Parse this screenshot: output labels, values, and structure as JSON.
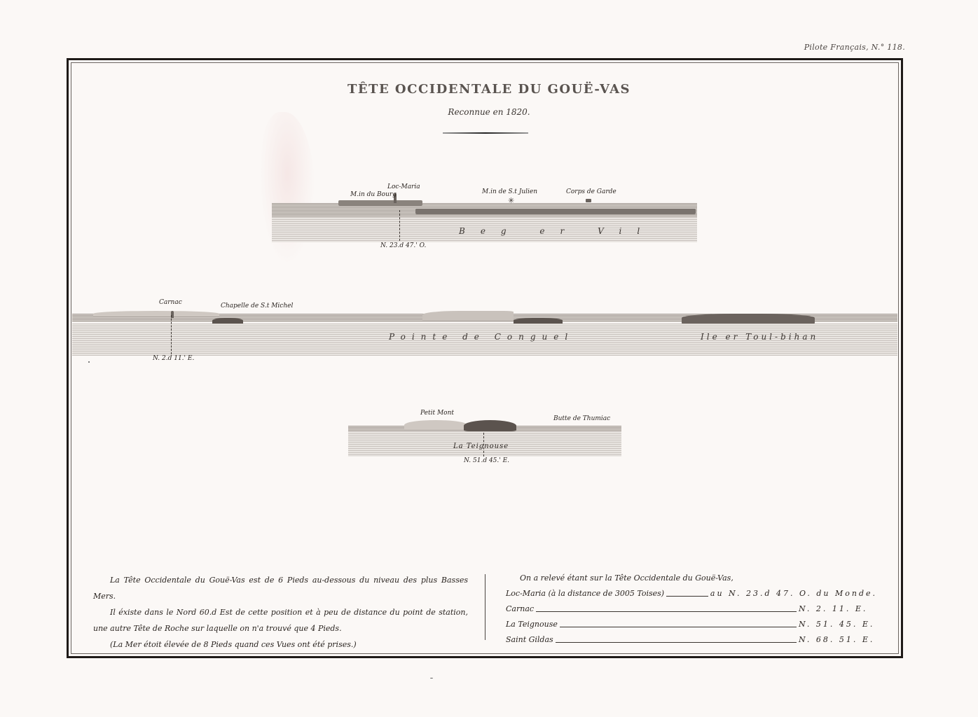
{
  "plate_number": "Pilote Français, N.° 118.",
  "title": "TÊTE OCCIDENTALE DU GOUË-VAS",
  "subtitle": "Reconnue en 1820.",
  "views": [
    {
      "id": "view-1",
      "labels": [
        "M.in du Bourg",
        "Loc-Maria",
        "M.in de S.t Julien",
        "Corps de Garde"
      ],
      "water_label": "Beg er Vil",
      "bearing": "N. 23.d 47.' O."
    },
    {
      "id": "view-2",
      "labels": [
        "Carnac",
        "Chapelle de S.t Michel"
      ],
      "water_labels": [
        "Pointe de Conguel",
        "Ile er Toul-bihan"
      ],
      "bearing": "N. 2.d 11.' E."
    },
    {
      "id": "view-3",
      "labels": [
        "Petit Mont",
        "Butte de Thumiac"
      ],
      "water_label": "La Teignouse",
      "bearing": "N. 51.d 45.' E."
    }
  ],
  "notes": {
    "p1": "La Tête Occidentale du Gouë-Vas est de 6 Pieds au-dessous du niveau des plus Basses Mers.",
    "p2": "Il éxiste dans le Nord 60.d Est de cette position et à peu de distance du point de station, une autre Tête de Roche sur laquelle on n'a trouvé que 4 Pieds.",
    "p3": "(La Mer étoit élevée de 8 Pieds quand ces Vues ont été prises.)"
  },
  "bearings_table": {
    "intro": "On a relevé étant sur la Tête Occidentale du Gouë-Vas,",
    "rows": [
      {
        "place": "Loc-Maria (à la distance de 3005 Toises)",
        "bearing": "au N. 23.d 47. O. du Monde."
      },
      {
        "place": "Carnac",
        "bearing": "N. 2. 11. E."
      },
      {
        "place": "La Teignouse",
        "bearing": "N. 51. 45. E."
      },
      {
        "place": "Saint Gildas",
        "bearing": "N. 68. 51. E."
      }
    ]
  },
  "colors": {
    "paper": "#fbf8f6",
    "ink": "#2a2420",
    "frame": "#1e1a18"
  }
}
